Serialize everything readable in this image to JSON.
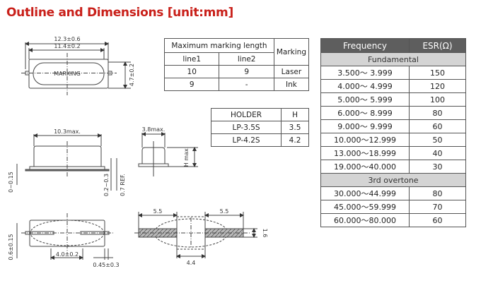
{
  "title": "Outline and Dimensions [unit:mm]",
  "marking_table": {
    "header_group": "Maximum marking length",
    "header_marking": "Marking",
    "col_line1": "line1",
    "col_line2": "line2",
    "rows": [
      {
        "line1": "10",
        "line2": "9",
        "marking": "Laser"
      },
      {
        "line1": "9",
        "line2": "-",
        "marking": "Ink"
      }
    ]
  },
  "holder_table": {
    "col_holder": "HOLDER",
    "col_h": "H",
    "rows": [
      {
        "holder": "LP-3.5S",
        "h": "3.5"
      },
      {
        "holder": "LP-4.2S",
        "h": "4.2"
      }
    ]
  },
  "frequency_table": {
    "col_frequency": "Frequency",
    "col_esr": "ESR(Ω)",
    "header_bg": "#5e5e5e",
    "group_bg": "#d4d4d4",
    "groups": [
      {
        "name": "Fundamental",
        "rows": [
          {
            "freq": "3.500～ 3.999",
            "esr": "150"
          },
          {
            "freq": "4.000～ 4.999",
            "esr": "120"
          },
          {
            "freq": "5.000～ 5.999",
            "esr": "100"
          },
          {
            "freq": "6.000～ 8.999",
            "esr": "80"
          },
          {
            "freq": "9.000～ 9.999",
            "esr": "60"
          },
          {
            "freq": "10.000～12.999",
            "esr": "50"
          },
          {
            "freq": "13.000～18.999",
            "esr": "40"
          },
          {
            "freq": "19.000～40.000",
            "esr": "30"
          }
        ]
      },
      {
        "name": "3rd overtone",
        "rows": [
          {
            "freq": "30.000～44.999",
            "esr": "80"
          },
          {
            "freq": "45.000～59.999",
            "esr": "70"
          },
          {
            "freq": "60.000～80.000",
            "esr": "60"
          }
        ]
      }
    ]
  },
  "drawings": {
    "top_view": {
      "overall_length": "12.3±0.6",
      "body_length": "11.4±0.2",
      "height": "4.7±0.2",
      "marking_label": "MARKING"
    },
    "side_view": {
      "length_max": "10.3max.",
      "standoff": "0~0.15",
      "lead_range": "0.2~0.3",
      "ref": "0.7 REF."
    },
    "end_view": {
      "width_max": "3.8max.",
      "height_max": "H max."
    },
    "bottom_view": {
      "lead_thickness": "0.6±0.15",
      "lead_pitch": "4.0±0.2",
      "lead_offset": "0.45±0.3"
    },
    "land_pattern": {
      "pad_left": "5.5",
      "pad_right": "5.5",
      "pad_gap": "4.4",
      "pad_height": "1.6"
    }
  }
}
